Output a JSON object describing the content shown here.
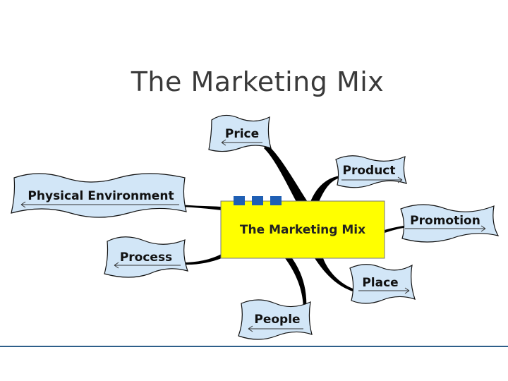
{
  "slide": {
    "title": "The Marketing Mix"
  },
  "diagram": {
    "center": {
      "label": "The Marketing Mix",
      "fill_color": "#ffff00",
      "marker_color": "#1f5fb4"
    },
    "nodes": [
      {
        "id": "price",
        "label": "Price"
      },
      {
        "id": "product",
        "label": "Product"
      },
      {
        "id": "physical-environment",
        "label": "Physical Environment"
      },
      {
        "id": "promotion",
        "label": "Promotion"
      },
      {
        "id": "process",
        "label": "Process"
      },
      {
        "id": "place",
        "label": "Place"
      },
      {
        "id": "people",
        "label": "People"
      }
    ],
    "node_fill_color": "#d2e6f7",
    "branch_color": "#000000"
  },
  "footer": {
    "rule_color": "#2e5f8a"
  }
}
